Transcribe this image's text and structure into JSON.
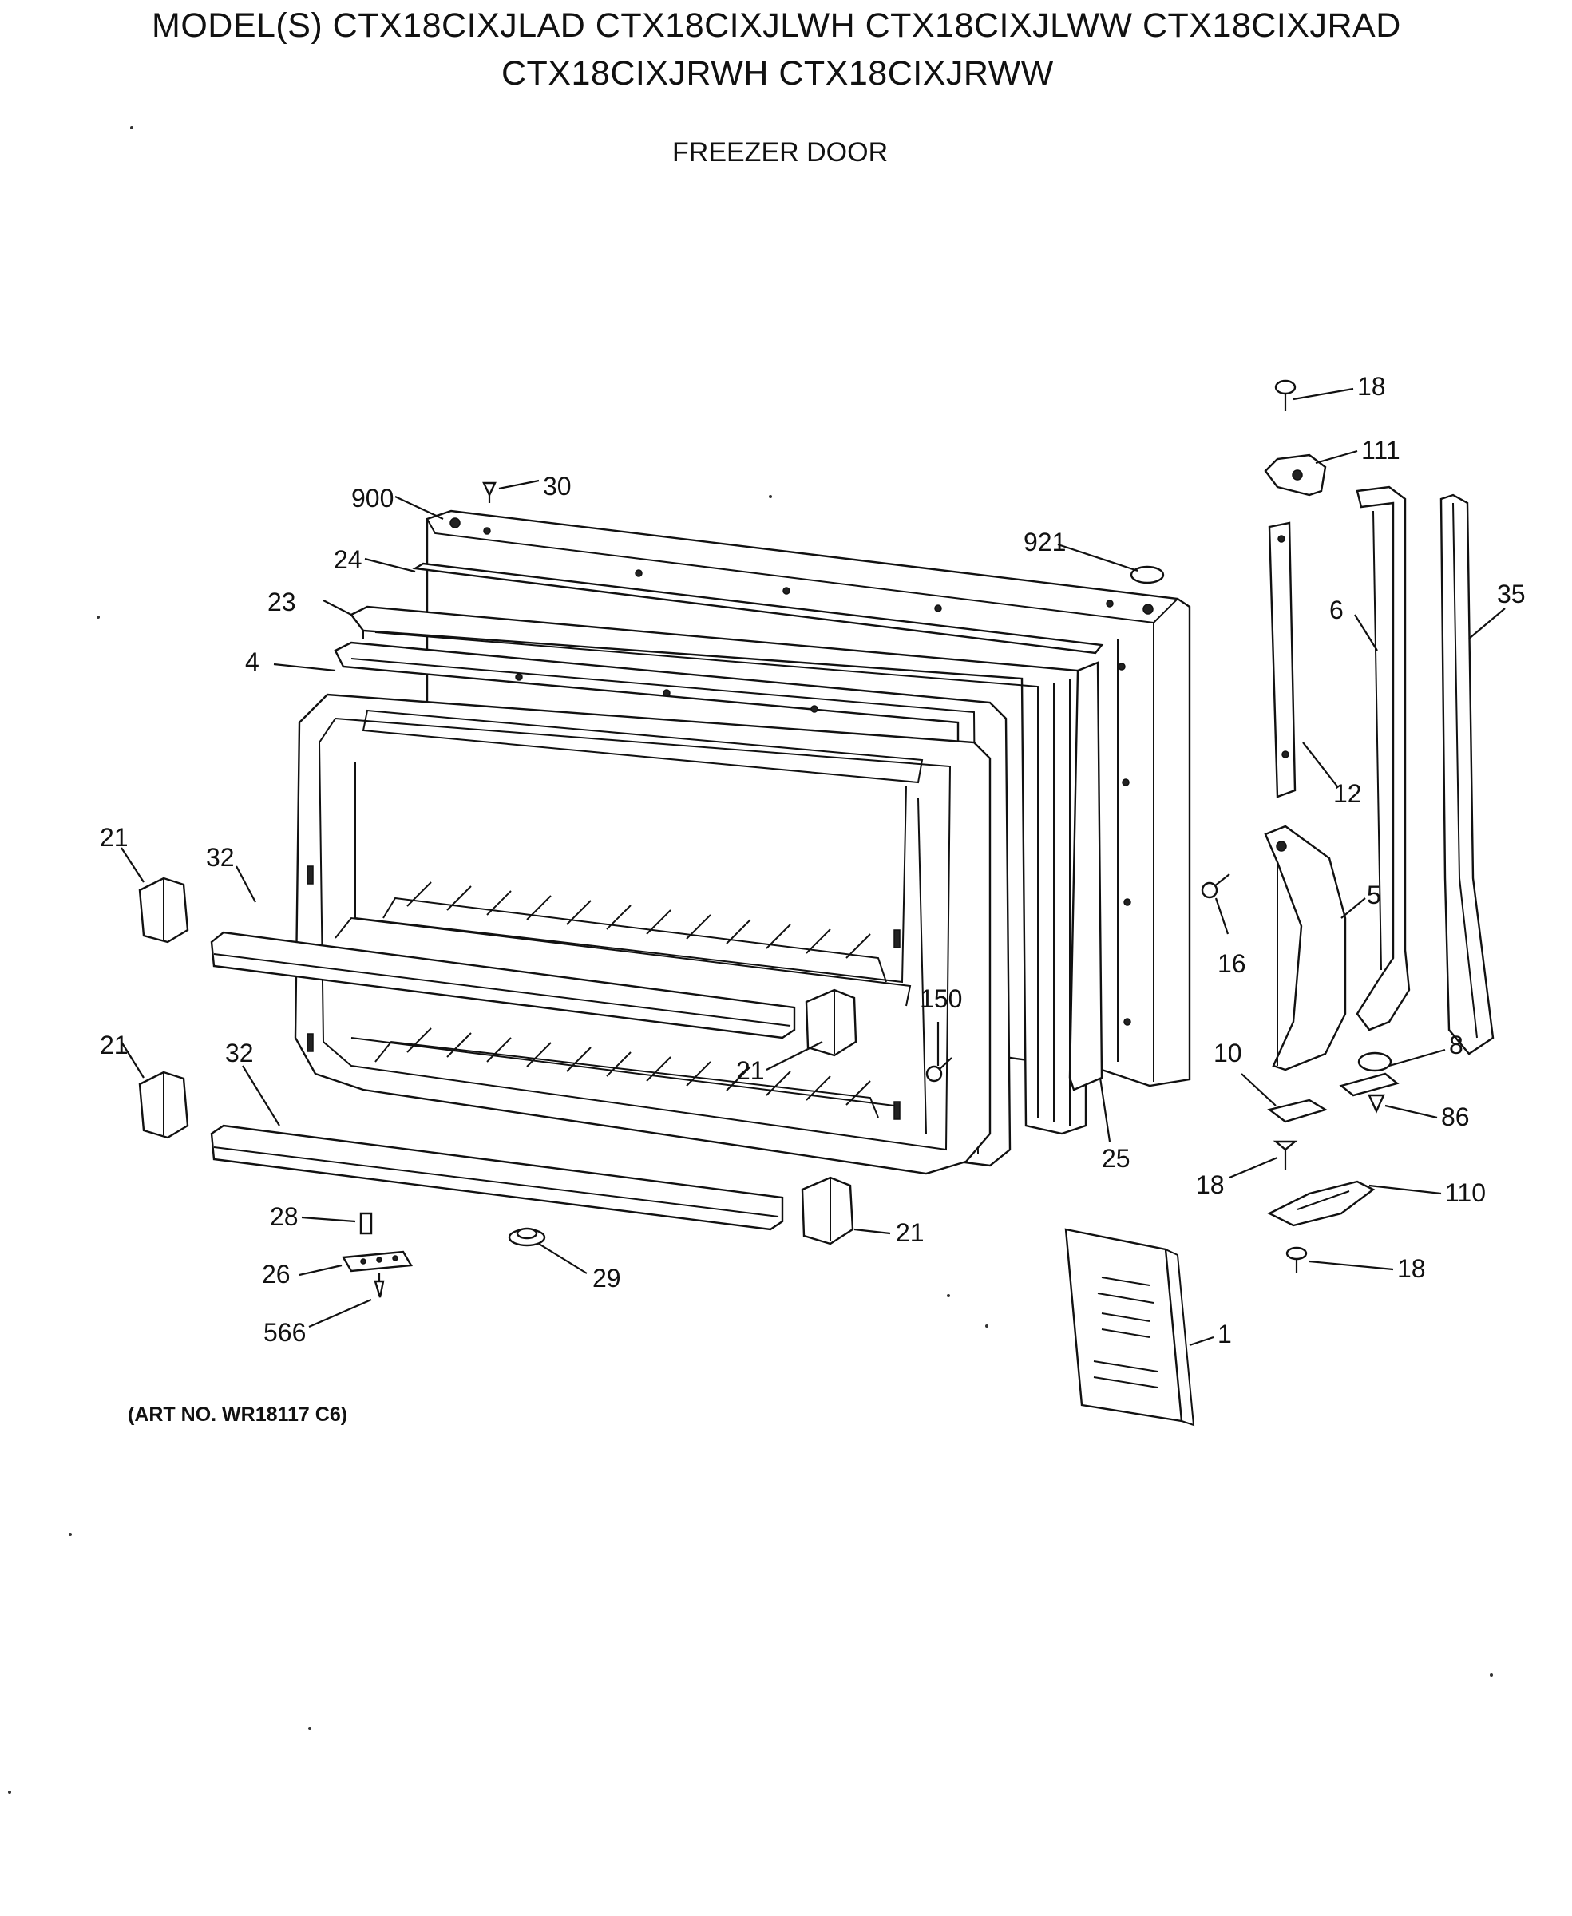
{
  "header": {
    "models_line1": "MODEL(S) CTX18CIXJLAD  CTX18CIXJLWH  CTX18CIXJLWW  CTX18CIXJRAD",
    "models_line2": "CTX18CIXJRWH  CTX18CIXJRWW",
    "section": "FREEZER DOOR"
  },
  "footer": {
    "art_no": "(ART NO. WR18117 C6)"
  },
  "callouts": [
    {
      "id": "c18a",
      "label": "18"
    },
    {
      "id": "c111",
      "label": "111"
    },
    {
      "id": "c30",
      "label": "30"
    },
    {
      "id": "c900",
      "label": "900"
    },
    {
      "id": "c921",
      "label": "921"
    },
    {
      "id": "c24",
      "label": "24"
    },
    {
      "id": "c23",
      "label": "23"
    },
    {
      "id": "c4",
      "label": "4"
    },
    {
      "id": "c35",
      "label": "35"
    },
    {
      "id": "c6",
      "label": "6"
    },
    {
      "id": "c12",
      "label": "12"
    },
    {
      "id": "c21a",
      "label": "21"
    },
    {
      "id": "c32a",
      "label": "32"
    },
    {
      "id": "c5",
      "label": "5"
    },
    {
      "id": "c16",
      "label": "16"
    },
    {
      "id": "c150",
      "label": "150"
    },
    {
      "id": "c21b",
      "label": "21"
    },
    {
      "id": "c21c",
      "label": "21"
    },
    {
      "id": "c32b",
      "label": "32"
    },
    {
      "id": "c10",
      "label": "10"
    },
    {
      "id": "c8",
      "label": "8"
    },
    {
      "id": "c86",
      "label": "86"
    },
    {
      "id": "c25",
      "label": "25"
    },
    {
      "id": "c18b",
      "label": "18"
    },
    {
      "id": "c110",
      "label": "110"
    },
    {
      "id": "c28",
      "label": "28"
    },
    {
      "id": "c21d",
      "label": "21"
    },
    {
      "id": "c26",
      "label": "26"
    },
    {
      "id": "c29",
      "label": "29"
    },
    {
      "id": "c18c",
      "label": "18"
    },
    {
      "id": "c566",
      "label": "566"
    },
    {
      "id": "c1",
      "label": "1"
    }
  ]
}
